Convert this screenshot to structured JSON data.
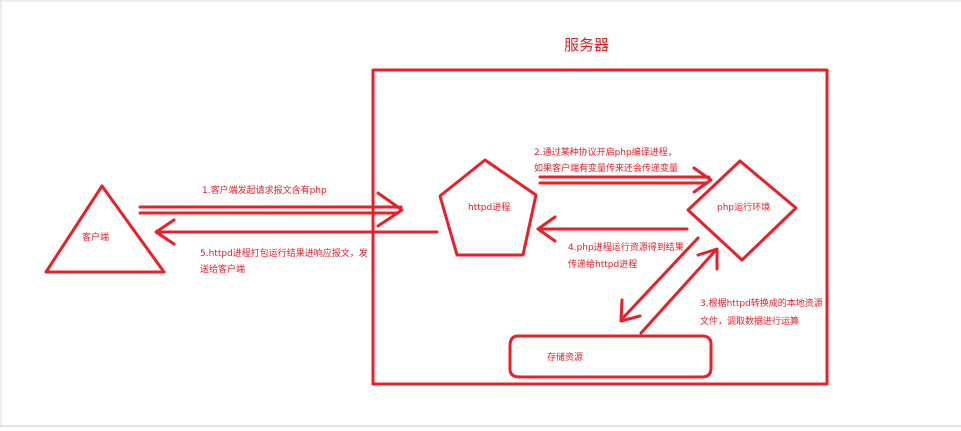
{
  "colors": {
    "accent": "#e8202a",
    "background": "#ffffff",
    "frame": "#d9d9d9"
  },
  "server": {
    "title": "服务器"
  },
  "nodes": {
    "client": "客户端",
    "httpd": "httpd进程",
    "php": "php运行环境",
    "storage": "存储资源"
  },
  "edges": {
    "step1": "1.客户端发起请求报文含有php",
    "step2": [
      "2.通过某种协议开启php编译进程，",
      "如果客户端有变量传来还会传递变量"
    ],
    "step3": [
      "3.根据httpd转换成的本地资源",
      "文件，调取数据进行运算"
    ],
    "step4": [
      "4.php进程运行资源得到结果",
      "传递给httpd进程"
    ],
    "step5": [
      "5.httpd进程打包运行结果进响应报文，发",
      "送给客户端"
    ]
  }
}
